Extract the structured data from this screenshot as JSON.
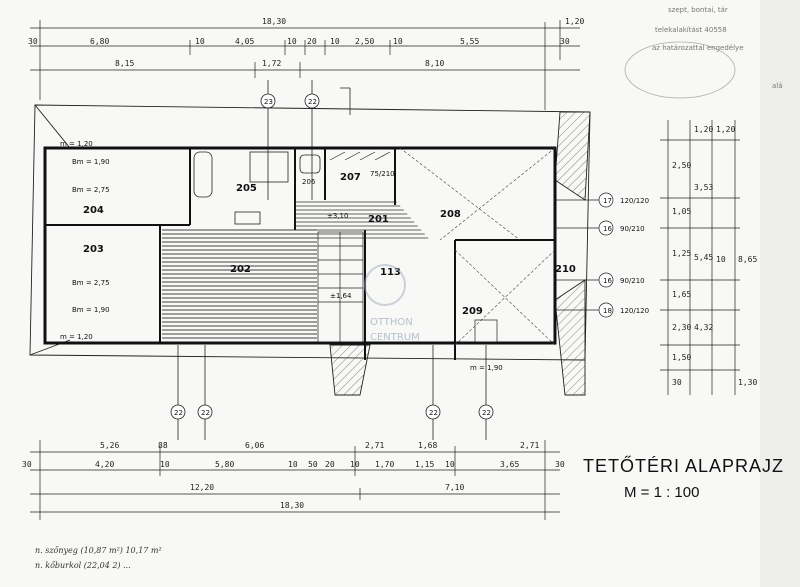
{
  "title": "TETŐTÉRI ALAPRAJZ",
  "scale": "M = 1 : 100",
  "stamp": {
    "line1": "szept, bontai, tár",
    "line2": "telekalakítást 40558",
    "line3": "az határozattal engedélye",
    "tail": "alá"
  },
  "watermark": {
    "text1": "OTTHON",
    "text2": "CENTRUM"
  },
  "rooms": {
    "r201": "201",
    "r202": "202",
    "r203": "203",
    "r204": "204",
    "r205": "205",
    "r206": "206",
    "r207": "207",
    "r208": "208",
    "r209": "209",
    "r210": "210",
    "r113": "113"
  },
  "top_dims": {
    "overall": "18,30",
    "right_end": "1,20",
    "left_end": "30",
    "d1": "6,80",
    "d2": "10",
    "d3": "4,05",
    "d4": "10",
    "d5": "20",
    "d6": "10",
    "d7": "2,50",
    "d8": "10",
    "d9": "5,55",
    "d10": "30",
    "sub1": "8,15",
    "sub2": "1,72",
    "sub3": "8,10"
  },
  "bottom_dims": {
    "row1": [
      "5,26",
      "88",
      "6,06",
      "2,71",
      "1,68",
      "2,71"
    ],
    "row2": [
      "30",
      "4,20",
      "10",
      "5,80",
      "10",
      "50",
      "20",
      "10",
      "1,70",
      "1,15",
      "10",
      "3,65",
      "30"
    ],
    "row3": [
      "12,20",
      "7,10"
    ],
    "overall": "18,30"
  },
  "right_dims": {
    "a1": "1,20",
    "a2": "2,50",
    "a3": "1,05",
    "a4": "1,25",
    "a5": "1,65",
    "a6": "2,30",
    "a7": "1,50",
    "a8": "30",
    "b1": "3,53",
    "b2": "5,45",
    "b3": "4,32",
    "b4": "10",
    "total": "8,65",
    "wa": "1,20",
    "wb": "1,30"
  },
  "markers": {
    "m17": "17",
    "m16": "16",
    "m16b": "16",
    "m18": "18",
    "m23": "23",
    "m22": "22"
  },
  "marker_labels": {
    "m17": "120/120",
    "m16": "90/210",
    "m16b": "90/210",
    "m18": "120/120"
  },
  "room_notes": {
    "n204a": "Bm = 1,90",
    "n204b": "Bm = 2,75",
    "n203a": "Bm = 2,75",
    "n203b": "Bm = 1,90",
    "n_top": "m = 1,20",
    "n_bot": "m = 1,20",
    "n208": "m = 1,90",
    "n201": "±3,10",
    "n113": "±1,64",
    "n207": "75/210"
  },
  "footer": {
    "line1": "n. szőnyeg   (10,87 m²)   10,17 m²",
    "line2": "n. kőburkol  (22,04   2)   ..."
  }
}
